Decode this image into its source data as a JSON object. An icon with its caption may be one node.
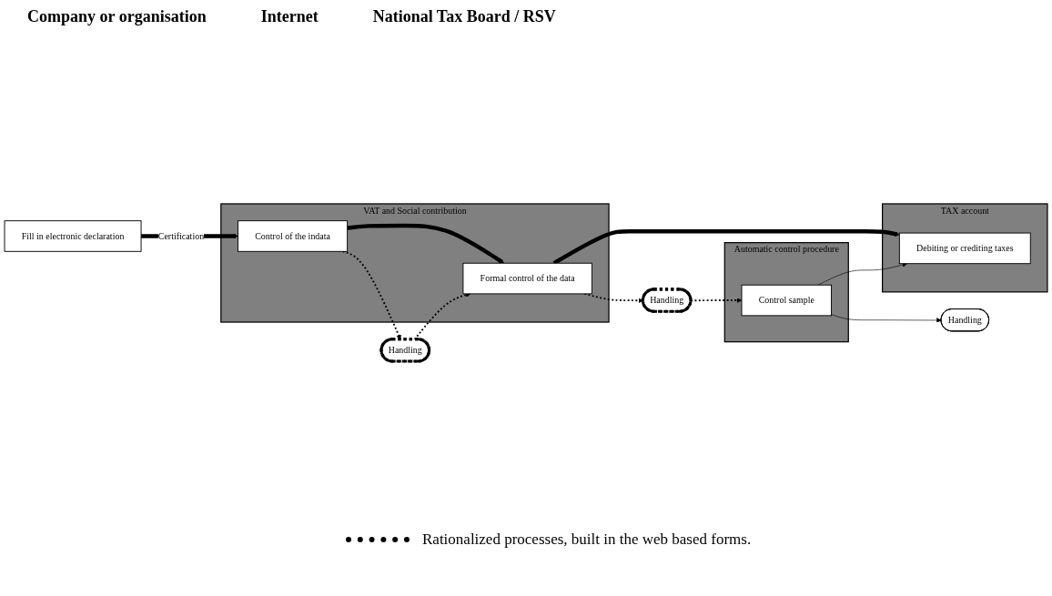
{
  "diagram": {
    "nodes": [
      {
        "text": [
          "Fill in electronic declaration"
        ]
      },
      {
        "text": [
          "VAT and Social contribution"
        ]
      },
      {
        "text": [
          "Control of the indata"
        ],
        "in": 1
      },
      {
        "text": [
          "Formal control of the data"
        ],
        "in": 1
      },
      {
        "text": [
          "TAX account"
        ]
      },
      {
        "text": [
          "Debiting or crediting taxes"
        ],
        "in": 4
      },
      {
        "text": [
          "Automatic control procedure"
        ]
      },
      {
        "text": [
          "Control sample"
        ],
        "in": 6
      },
      {
        "text": [
          "Handling"
        ]
      },
      {
        "text": [
          "Handling"
        ]
      },
      {
        "text": [
          "Handling"
        ]
      }
    ],
    "edges": [
      {
        "from": 0,
        "to": 2,
        "arrow": "to",
        "label": "Certification",
        "style": "thick"
      },
      {
        "from": 2,
        "to": 3,
        "arrow": "to",
        "style": "thick"
      },
      {
        "from": 3,
        "to": 5,
        "arrow": "to",
        "style": "thick"
      },
      {
        "from": 2,
        "to": 8,
        "arrow": "to",
        "style": "dashed"
      },
      {
        "from": 8,
        "to": 3,
        "arrow": "to",
        "style": "dashed"
      },
      {
        "from": 3,
        "to": 9,
        "arrow": "to",
        "style": "dashed"
      },
      {
        "from": 9,
        "to": 7,
        "arrow": "to",
        "style": "dashed"
      },
      {
        "from": 7,
        "to": 10,
        "arrow": "to"
      },
      {
        "from": 7,
        "to": 5,
        "arrow": "to"
      }
    ],
    "labels": [
      "Company or organisation",
      "Internet",
      "National Tax Board / RSV"
    ],
    "legend": [
      {
        "text": "Rationalized processes, built in the web based forms."
      }
    ]
  }
}
